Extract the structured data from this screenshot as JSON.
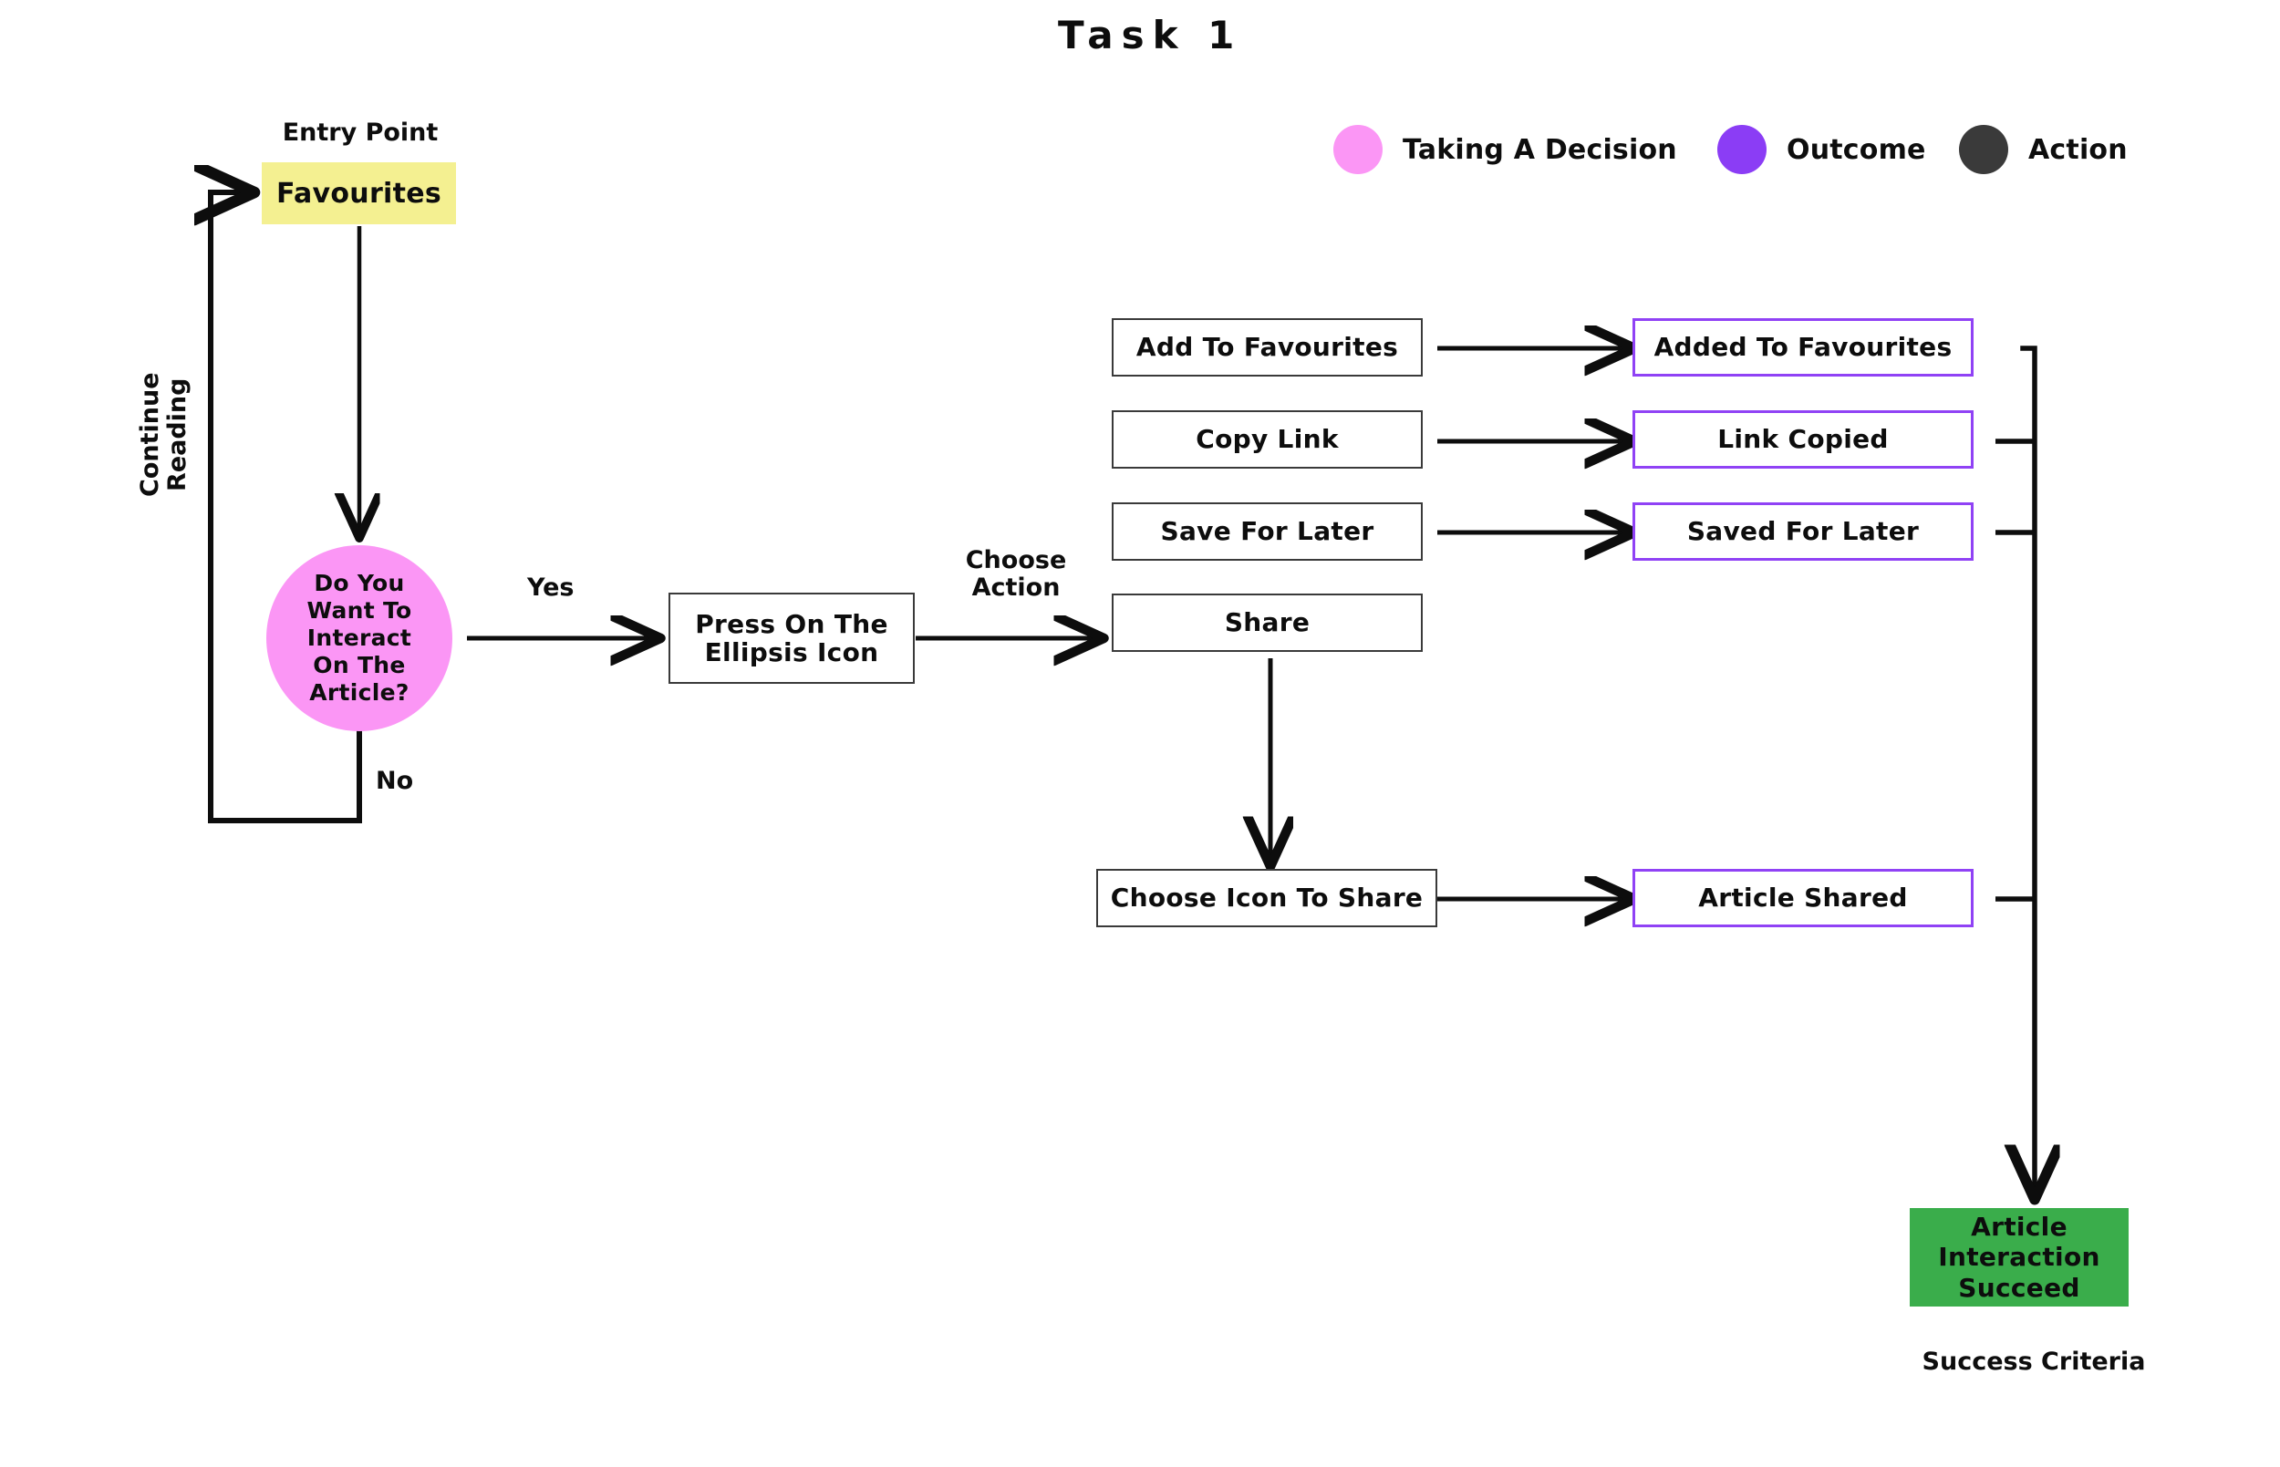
{
  "title": "Task 1",
  "colors": {
    "decision": "#fb96f5",
    "outcome": "#9042f5",
    "action": "#3a3a3a",
    "entry": "#f4f091",
    "success": "#3aad4b",
    "stroke": "#0d0d0d"
  },
  "legend": [
    {
      "label": "Taking A Decision",
      "color": "#fb96f5",
      "icon": "pink-circle-icon"
    },
    {
      "label": "Outcome",
      "color": "#8b3df5",
      "icon": "purple-circle-icon"
    },
    {
      "label": "Action",
      "color": "#3a3a3a",
      "icon": "dark-circle-icon"
    }
  ],
  "captions": {
    "entry_point": "Entry Point",
    "success_criteria": "Success Criteria",
    "continue_reading": "Continue\nReading"
  },
  "edge_labels": {
    "yes": "Yes",
    "no": "No",
    "choose_action": "Choose\nAction"
  },
  "nodes": {
    "entry": "Favourites",
    "decision": "Do You\nWant To\nInteract\nOn The\nArticle?",
    "press_ellipsis": "Press On The\nEllipsis Icon",
    "actions": [
      "Add To Favourites",
      "Copy Link",
      "Save For Later",
      "Share"
    ],
    "choose_icon_to_share": "Choose Icon To Share",
    "outcomes": [
      "Added To Favourites",
      "Link Copied",
      "Saved For Later",
      "Article Shared"
    ],
    "success": "Article\nInteraction\nSucceed"
  }
}
